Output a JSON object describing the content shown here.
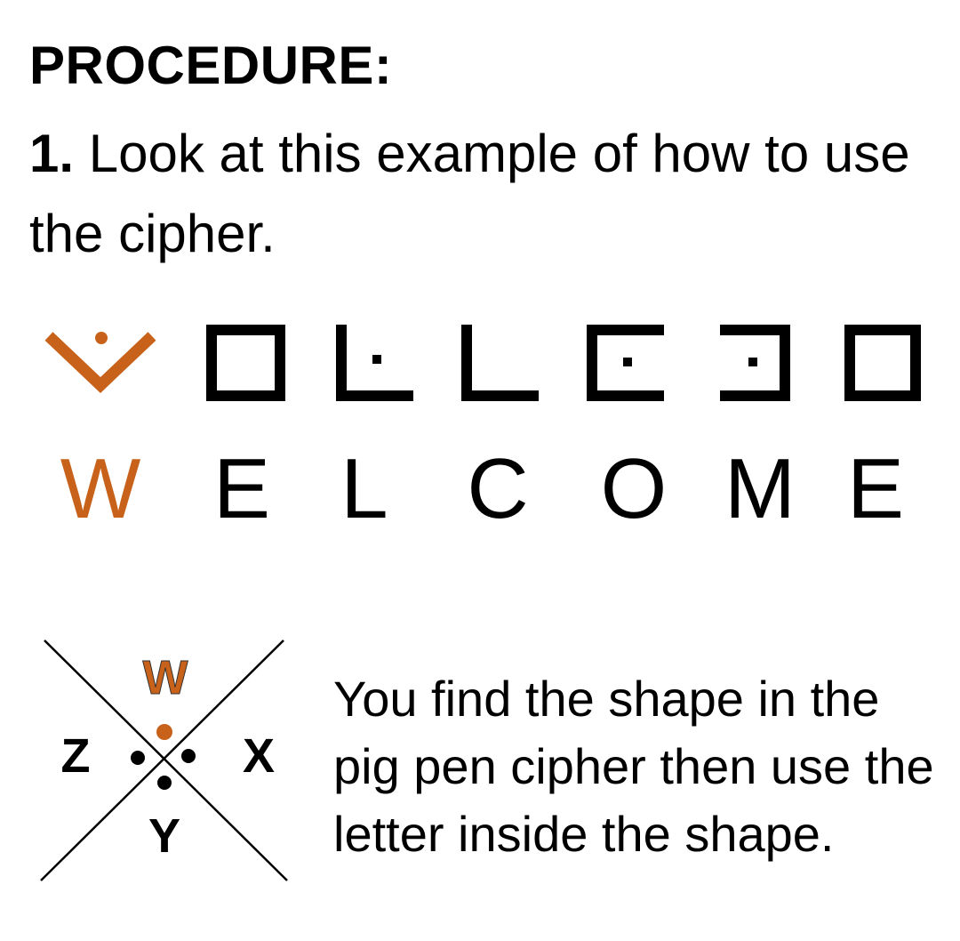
{
  "heading": "PROCEDURE:",
  "step": {
    "number": "1.",
    "text": "Look at this example of how to use the cipher."
  },
  "colors": {
    "accent": "#c8621a",
    "ink": "#000000"
  },
  "cipher_example": {
    "word_letters": [
      "W",
      "E",
      "L",
      "C",
      "O",
      "M",
      "E"
    ]
  },
  "key": {
    "top": "W",
    "right": "X",
    "bottom": "Y",
    "left": "Z"
  },
  "explanation": "You find the shape in the pig pen cipher then use the letter inside the shape."
}
